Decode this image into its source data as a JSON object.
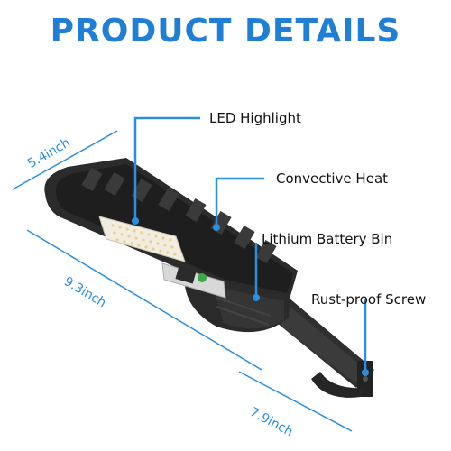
{
  "title": "PRODUCT DETAILS",
  "callouts": {
    "led": "LED Highlight",
    "heat": "Convective Heat",
    "battery": "Lithium Battery Bin",
    "screw": "Rust-proof Screw"
  },
  "dimensions": {
    "width": "5.4inch",
    "length": "9.3inch",
    "arm": "7.9inch"
  },
  "colors": {
    "accent": "#1f7fd6",
    "dimension": "#2a8fe0",
    "body": "#2b2b2b"
  }
}
